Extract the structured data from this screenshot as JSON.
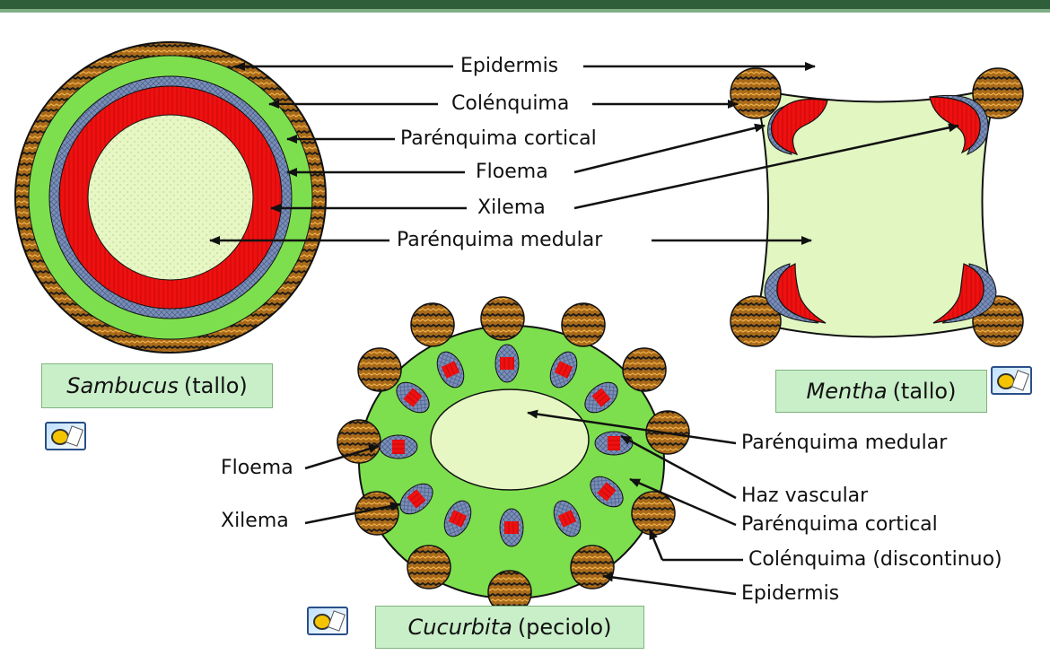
{
  "labels": {
    "epidermis": "Epidermis",
    "colenquima": "Colénquima",
    "parenquima_cortical": "Parénquima cortical",
    "floema": "Floema",
    "xilema": "Xilema",
    "parenquima_medular": "Parénquima medular",
    "c_floema": "Floema",
    "c_xilema": "Xilema",
    "c_parenquima_medular": "Parénquima medular",
    "c_haz_vascular": "Haz vascular",
    "c_parenquima_cortical": "Parénquima cortical",
    "c_colenquima": "Colénquima (discontinuo)",
    "c_epidermis": "Epidermis"
  },
  "captions": {
    "sambucus_name": "Sambucus",
    "sambucus_part": "(tallo)",
    "mentha_name": "Mentha",
    "mentha_part": "(tallo)",
    "cucurbita_name": "Cucurbita",
    "cucurbita_part": "(peciolo)"
  },
  "icons": [
    "camera-icon",
    "camera-icon",
    "camera-icon"
  ],
  "colors": {
    "colenchyma": "#9a6417",
    "cortex": "#7ddf4e",
    "pith": "#e6f7c4",
    "phloem": "#7a8fb8",
    "xylem": "#ee1111",
    "caption_bg": "#c9efc9",
    "header": "#2f5e3a"
  }
}
